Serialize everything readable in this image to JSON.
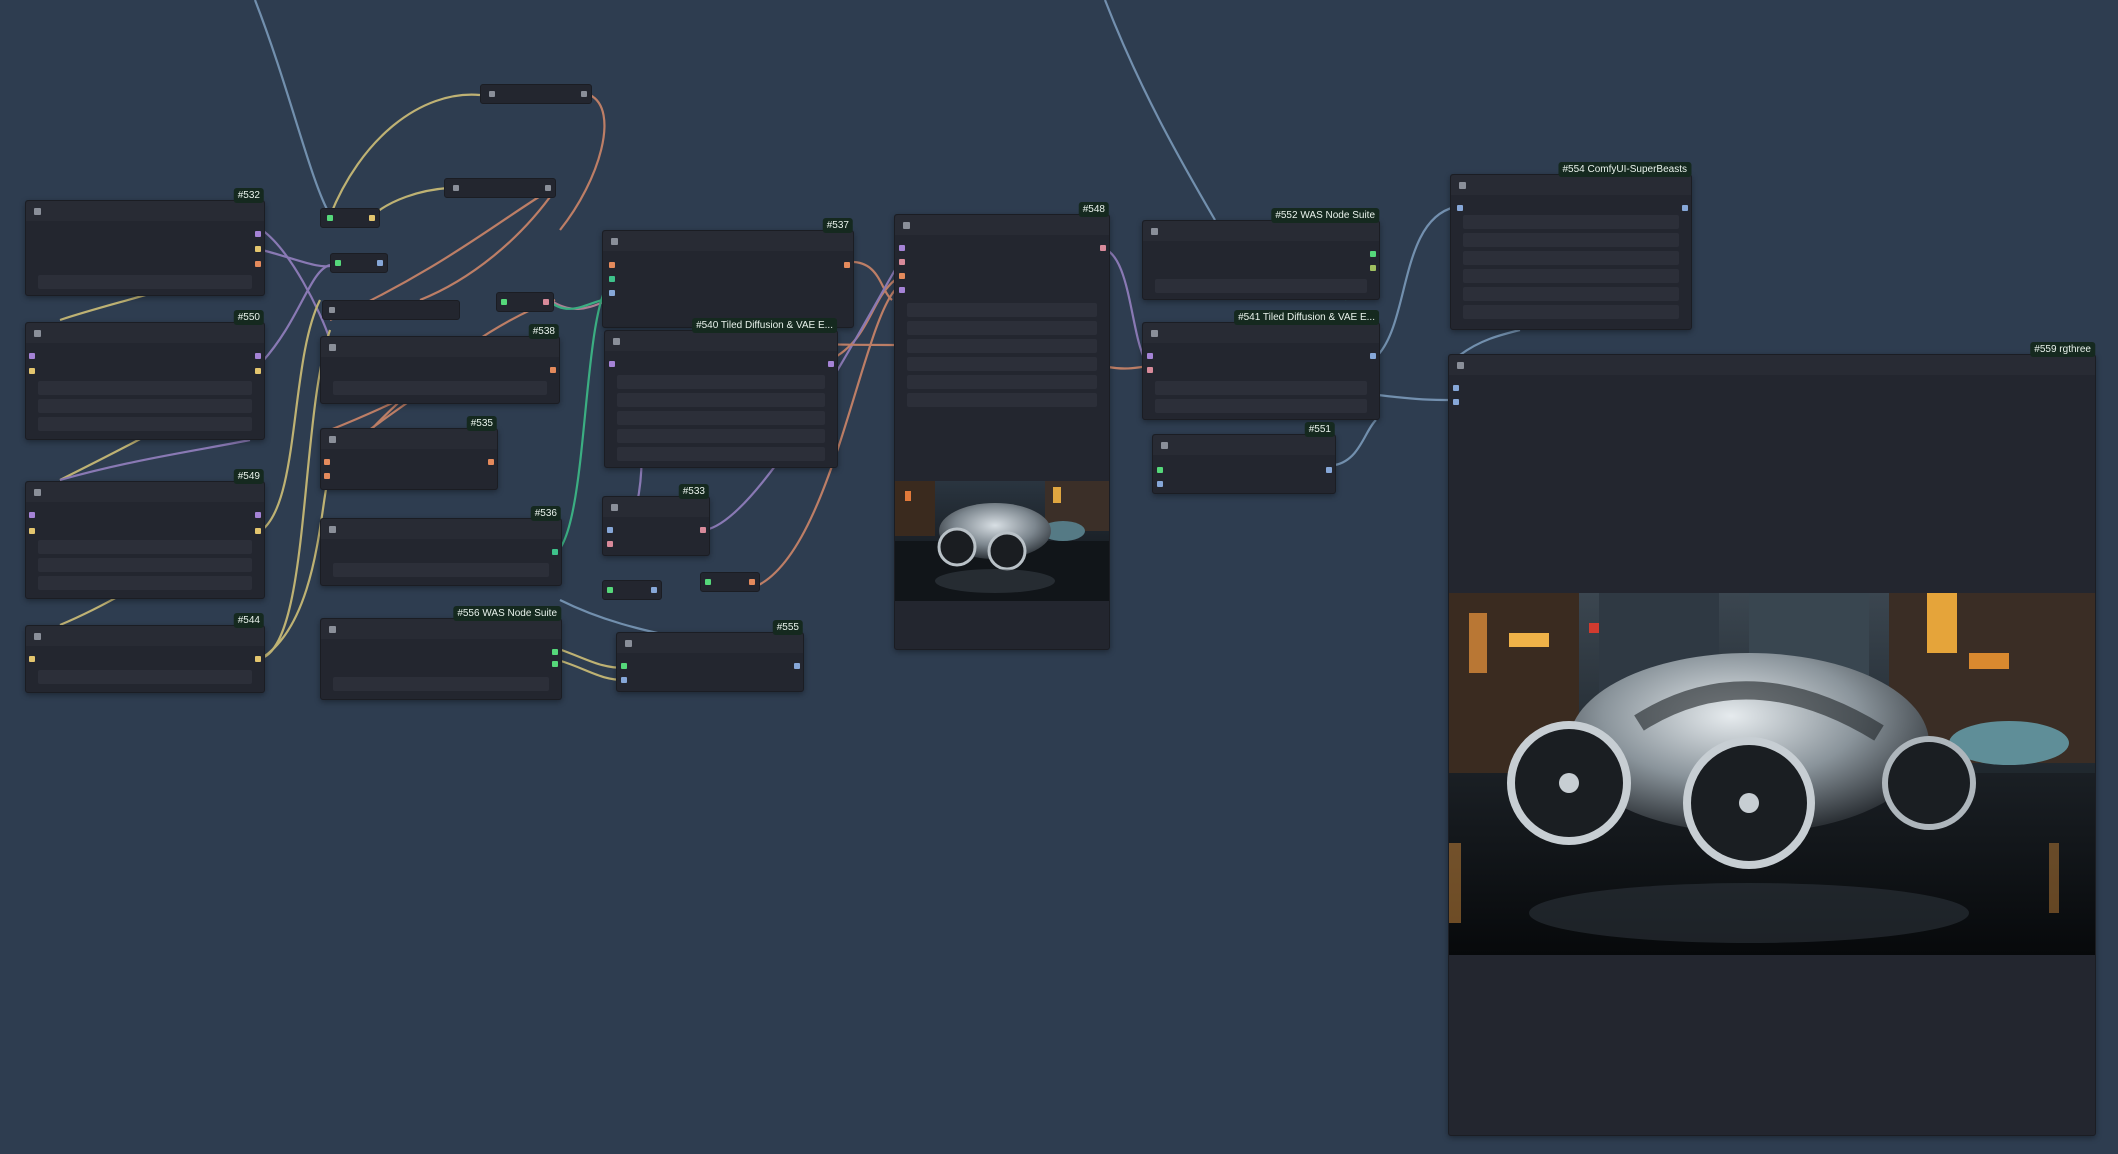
{
  "canvas": {
    "background": "#2e3d50"
  },
  "colors": {
    "wire_yellow": "#d8c77a",
    "wire_orange": "#d68a6a",
    "wire_purple": "#9a84c6",
    "wire_blue": "#7f9fbf",
    "wire_green": "#3ec28b",
    "wire_pink": "#c68aa0",
    "port_purple": "#a583d6",
    "port_orange": "#e48a5c",
    "port_yellow": "#e3c56e",
    "port_green": "#55d87a",
    "port_blue": "#86a7d8",
    "port_pink": "#d88a9a"
  },
  "nodes": {
    "n532": {
      "badge": "#532"
    },
    "n550": {
      "badge": "#550"
    },
    "n549": {
      "badge": "#549"
    },
    "n544": {
      "badge": "#544"
    },
    "n538": {
      "badge": "#538"
    },
    "n535": {
      "badge": "#535"
    },
    "n536": {
      "badge": "#536"
    },
    "n556": {
      "badge": "#556 WAS Node Suite"
    },
    "n537": {
      "badge": "#537"
    },
    "n540": {
      "badge": "#540 Tiled Diffusion & VAE E..."
    },
    "n533": {
      "badge": "#533"
    },
    "n555": {
      "badge": "#555"
    },
    "n548": {
      "badge": "#548"
    },
    "n552": {
      "badge": "#552 WAS Node Suite"
    },
    "n541": {
      "badge": "#541 Tiled Diffusion & VAE E..."
    },
    "n551": {
      "badge": "#551"
    },
    "n554": {
      "badge": "#554 ComfyUI-SuperBeasts"
    },
    "n559": {
      "badge": "#559 rgthree"
    }
  },
  "icons": {
    "collapse": "node-collapse-icon",
    "preview": "generated-car-image-icon"
  }
}
